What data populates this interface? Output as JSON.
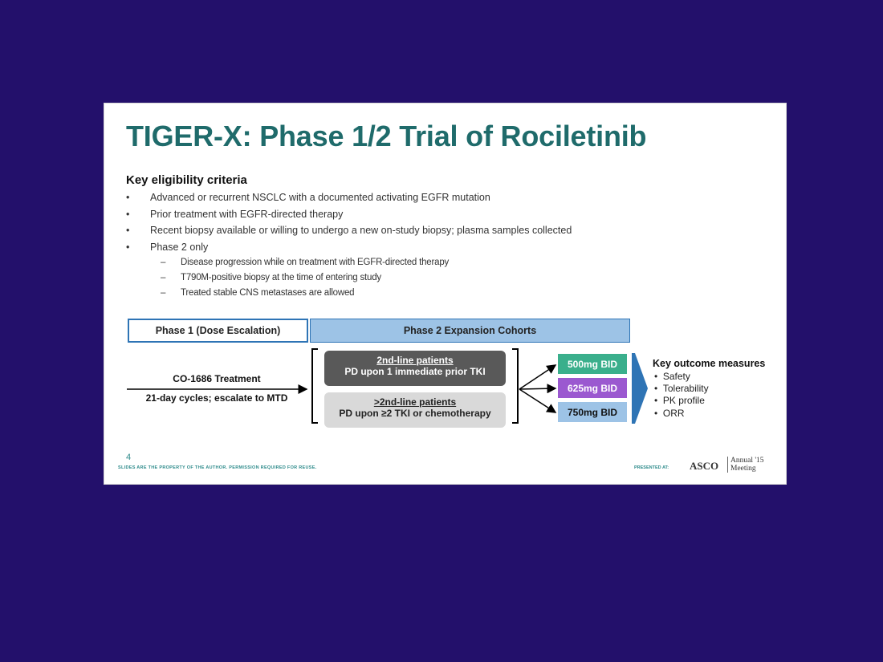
{
  "title": "TIGER-X: Phase 1/2 Trial of Rociletinib",
  "criteria": {
    "heading": "Key eligibility criteria",
    "bullets": [
      "Advanced or recurrent NSCLC with a documented activating EGFR mutation",
      "Prior treatment with EGFR-directed therapy",
      "Recent biopsy available or willing to undergo a new on-study biopsy; plasma samples collected",
      "Phase 2 only"
    ],
    "sub_bullets": [
      "Disease progression while on treatment with EGFR-directed therapy",
      "T790M-positive biopsy at the time of entering study",
      "Treated stable CNS metastases are allowed"
    ],
    "bullet_char": "•",
    "dash_char": "–"
  },
  "diagram": {
    "phase1_label": "Phase 1 (Dose Escalation)",
    "phase2_label": "Phase 2 Expansion Cohorts",
    "treatment_label": "CO-1686 Treatment",
    "treatment_detail": "21-day cycles; escalate to MTD",
    "cohorts": [
      {
        "heading": "2nd-line patients",
        "detail": "PD upon 1 immediate prior TKI"
      },
      {
        "heading": ">2nd-line patients",
        "detail": "PD upon ≥2 TKI or chemotherapy"
      }
    ],
    "doses": [
      "500mg BID",
      "625mg BID",
      "750mg BID"
    ],
    "outcomes_heading": "Key outcome measures",
    "outcomes": [
      "Safety",
      "Tolerability",
      "PK profile",
      "ORR"
    ]
  },
  "footer": {
    "page_number": "4",
    "disclaimer": "SLIDES ARE THE PROPERTY OF THE AUTHOR. PERMISSION REQUIRED FOR REUSE.",
    "presented_at": "PRESENTED AT:",
    "asco": "ASCO",
    "annual_line1": "Annual '15",
    "annual_line2": "Meeting"
  },
  "colors": {
    "background": "#23106b",
    "title": "#1f6b6b",
    "phase_border": "#2e74b5",
    "phase2_fill": "#9dc3e6",
    "dose_500": "#3aaf8c",
    "dose_625": "#9b59d0",
    "dose_750": "#9dc3e6",
    "cohort_dark": "#595959",
    "cohort_light": "#d9d9d9"
  }
}
